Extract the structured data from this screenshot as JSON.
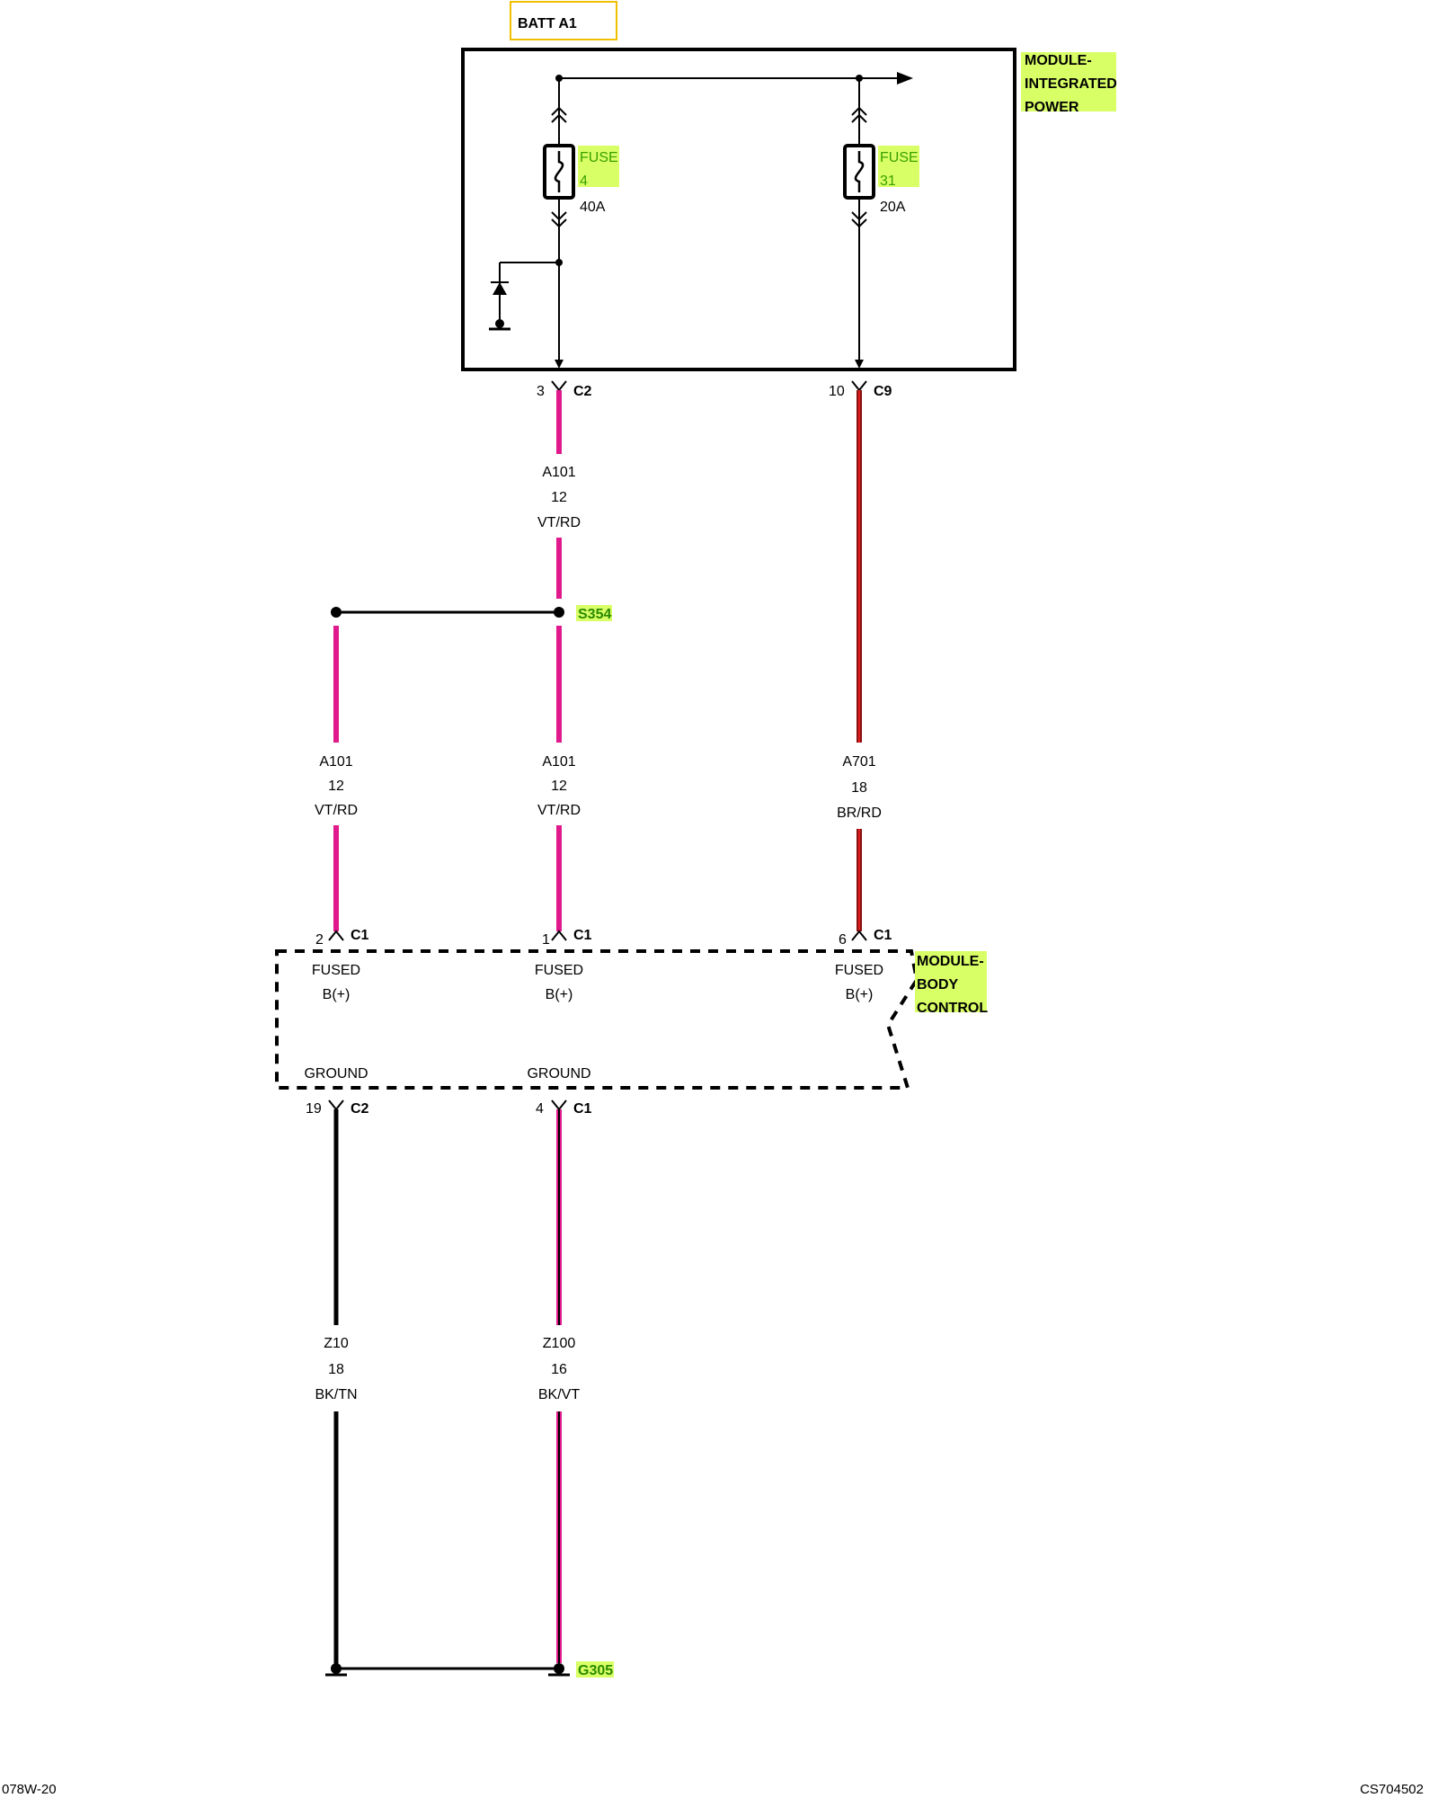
{
  "colors": {
    "highlight": "#d9ff66",
    "batt_box": "#f0c000",
    "vt_rd": "#e0198c",
    "br_rd": "#8b1010",
    "bk": "#000000"
  },
  "batt_label": "BATT A1",
  "modules": {
    "integrated_power": [
      "MODULE-",
      "INTEGRATED",
      "POWER"
    ],
    "body_control": [
      "MODULE-",
      "BODY",
      "CONTROL"
    ]
  },
  "fuses": [
    {
      "name": "FUSE",
      "number": "4",
      "rating": "40A"
    },
    {
      "name": "FUSE",
      "number": "31",
      "rating": "20A"
    }
  ],
  "connectors": {
    "ipm_c2": {
      "pin": "3",
      "name": "C2"
    },
    "ipm_c9": {
      "pin": "10",
      "name": "C9"
    },
    "bcm_c1_pin2": {
      "pin": "2",
      "name": "C1"
    },
    "bcm_c1_pin1": {
      "pin": "1",
      "name": "C1"
    },
    "bcm_c1_pin6": {
      "pin": "6",
      "name": "C1"
    },
    "bcm_c2_pin19": {
      "pin": "19",
      "name": "C2"
    },
    "bcm_c1_pin4": {
      "pin": "4",
      "name": "C1"
    }
  },
  "splice": "S354",
  "ground": "G305",
  "wires": {
    "a101_upper": {
      "circuit": "A101",
      "gauge": "12",
      "color": "VT/RD"
    },
    "a101_left": {
      "circuit": "A101",
      "gauge": "12",
      "color": "VT/RD"
    },
    "a101_mid": {
      "circuit": "A101",
      "gauge": "12",
      "color": "VT/RD"
    },
    "a701": {
      "circuit": "A701",
      "gauge": "18",
      "color": "BR/RD"
    },
    "z10": {
      "circuit": "Z10",
      "gauge": "18",
      "color": "BK/TN"
    },
    "z100": {
      "circuit": "Z100",
      "gauge": "16",
      "color": "BK/VT"
    }
  },
  "pin_functions": {
    "fused_b": [
      "FUSED",
      "B(+)"
    ],
    "ground": "GROUND"
  },
  "footer": {
    "left": "078W-20",
    "right": "CS704502"
  }
}
